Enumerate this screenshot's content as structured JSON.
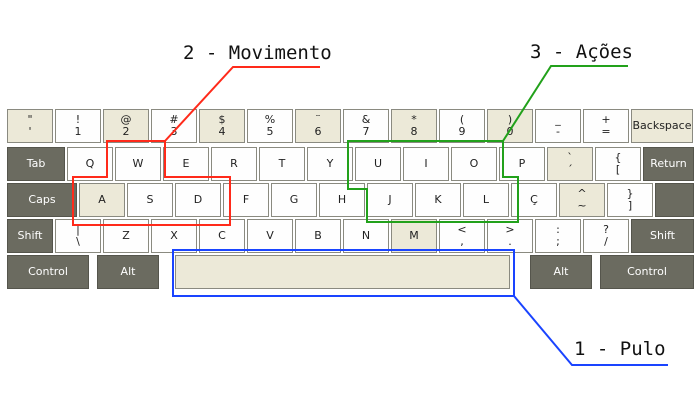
{
  "keyboard": {
    "rows": [
      [
        {
          "top": "\"",
          "bottom": "'",
          "style": "beige"
        },
        {
          "top": "!",
          "bottom": "1",
          "style": "light"
        },
        {
          "top": "@",
          "bottom": "2",
          "style": "beige"
        },
        {
          "top": "#",
          "bottom": "3",
          "style": "light"
        },
        {
          "top": "$",
          "bottom": "4",
          "style": "beige"
        },
        {
          "top": "%",
          "bottom": "5",
          "style": "light"
        },
        {
          "top": "¨",
          "bottom": "6",
          "style": "beige"
        },
        {
          "top": "&",
          "bottom": "7",
          "style": "light"
        },
        {
          "top": "*",
          "bottom": "8",
          "style": "beige"
        },
        {
          "top": "(",
          "bottom": "9",
          "style": "light"
        },
        {
          "top": ")",
          "bottom": "0",
          "style": "beige"
        },
        {
          "top": "_",
          "bottom": "-",
          "style": "light"
        },
        {
          "top": "+",
          "bottom": "=",
          "style": "light"
        },
        {
          "label": "Backspace",
          "style": "beige"
        }
      ],
      [
        {
          "label": "Tab",
          "style": "dark"
        },
        {
          "label": "Q",
          "style": "light"
        },
        {
          "label": "W",
          "style": "light"
        },
        {
          "label": "E",
          "style": "light"
        },
        {
          "label": "R",
          "style": "light"
        },
        {
          "label": "T",
          "style": "light"
        },
        {
          "label": "Y",
          "style": "light"
        },
        {
          "label": "U",
          "style": "light"
        },
        {
          "label": "I",
          "style": "light"
        },
        {
          "label": "O",
          "style": "light"
        },
        {
          "label": "P",
          "style": "light"
        },
        {
          "top": "`",
          "bottom": "´",
          "style": "beige"
        },
        {
          "top": "{",
          "bottom": "[",
          "style": "light"
        },
        {
          "label": "Return",
          "style": "dark"
        }
      ],
      [
        {
          "label": "Caps",
          "style": "dark"
        },
        {
          "label": "A",
          "style": "beige"
        },
        {
          "label": "S",
          "style": "light"
        },
        {
          "label": "D",
          "style": "light"
        },
        {
          "label": "F",
          "style": "light"
        },
        {
          "label": "G",
          "style": "light"
        },
        {
          "label": "H",
          "style": "light"
        },
        {
          "label": "J",
          "style": "light"
        },
        {
          "label": "K",
          "style": "light"
        },
        {
          "label": "L",
          "style": "light"
        },
        {
          "label": "Ç",
          "style": "light"
        },
        {
          "top": "^",
          "bottom": "~",
          "style": "beige"
        },
        {
          "top": "}",
          "bottom": "]",
          "style": "light"
        },
        {
          "label": "",
          "style": "dark"
        }
      ],
      [
        {
          "label": "Shift",
          "style": "dark"
        },
        {
          "top": "|",
          "bottom": "\\",
          "style": "light"
        },
        {
          "label": "Z",
          "style": "light"
        },
        {
          "label": "X",
          "style": "light"
        },
        {
          "label": "C",
          "style": "light"
        },
        {
          "label": "V",
          "style": "light"
        },
        {
          "label": "B",
          "style": "light"
        },
        {
          "label": "N",
          "style": "light"
        },
        {
          "label": "M",
          "style": "beige"
        },
        {
          "top": "<",
          "bottom": ",",
          "style": "light"
        },
        {
          "top": ">",
          "bottom": ".",
          "style": "light"
        },
        {
          "top": ":",
          "bottom": ";",
          "style": "light"
        },
        {
          "top": "?",
          "bottom": "/",
          "style": "light"
        },
        {
          "label": "Shift",
          "style": "dark"
        }
      ],
      [
        {
          "label": "Control",
          "style": "dark"
        },
        {
          "label": "Alt",
          "style": "dark"
        },
        {
          "label": "",
          "style": "beige"
        },
        {
          "label": "Alt",
          "style": "dark"
        },
        {
          "label": "Control",
          "style": "dark"
        }
      ]
    ]
  },
  "annotations": {
    "movimento": {
      "text": "2 - Movimento",
      "color": "#ff2a1a"
    },
    "acoes": {
      "text": "3 - Ações",
      "color": "#22a11b"
    },
    "pulo": {
      "text": "1 - Pulo",
      "color": "#1a44ff"
    }
  },
  "colors": {
    "light": "#fefefe",
    "beige": "#ece9d8",
    "dark": "#6b6b60"
  }
}
